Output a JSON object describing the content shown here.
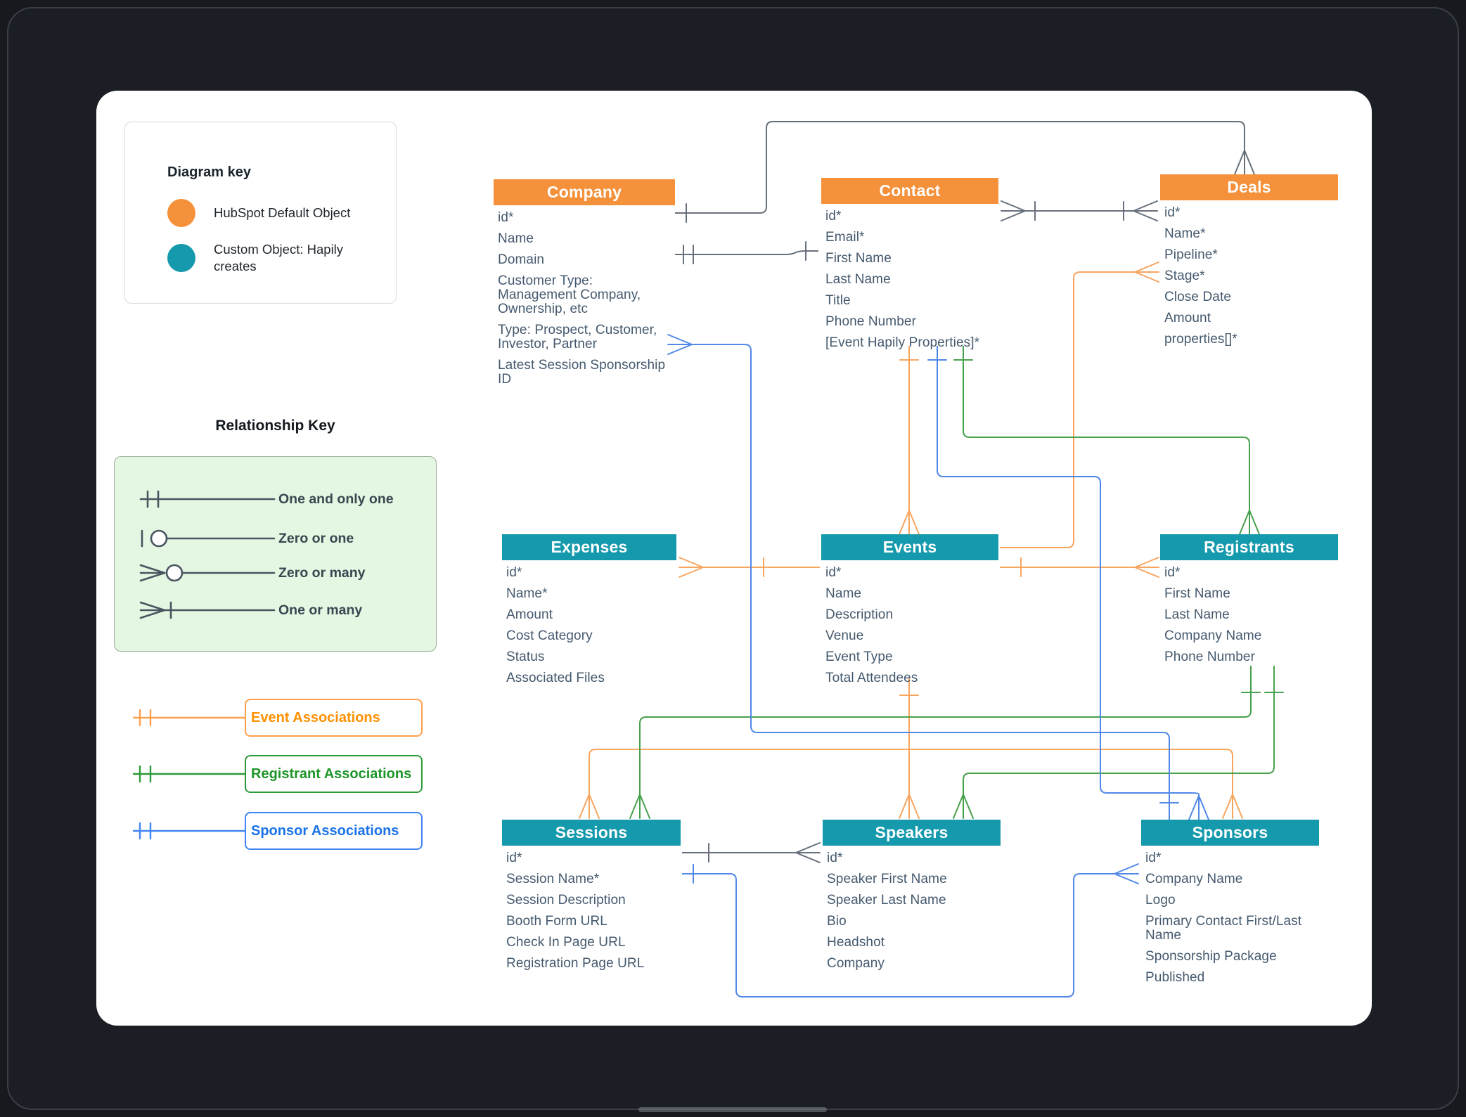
{
  "diagram_key": {
    "title": "Diagram key",
    "items": [
      {
        "icon": "hubspot-object-color-icon",
        "color": "#F5913B",
        "label": "HubSpot Default Object"
      },
      {
        "icon": "custom-object-color-icon",
        "color": "#1599AC",
        "label": "Custom Object: Hapily creates"
      }
    ]
  },
  "relationship_key": {
    "title": "Relationship Key",
    "items": [
      {
        "symbol": "one-and-only-one",
        "label": "One and only one"
      },
      {
        "symbol": "zero-or-one",
        "label": "Zero or one"
      },
      {
        "symbol": "zero-or-many",
        "label": "Zero or many"
      },
      {
        "symbol": "one-or-many",
        "label": "One or many"
      }
    ]
  },
  "association_key": [
    {
      "id": "event",
      "label": "Event Associations",
      "border": "#FFA04D",
      "text": "#FF9100"
    },
    {
      "id": "registrant",
      "label": "Registrant Associations",
      "border": "#2E9B38",
      "text": "#1E9629"
    },
    {
      "id": "sponsor",
      "label": "Sponsor Associations",
      "border": "#4285F4",
      "text": "#1A73E8"
    }
  ],
  "entities": [
    {
      "id": "company",
      "name": "Company",
      "type": "hubspot",
      "fields": [
        "id*",
        "Name",
        "Domain",
        "Customer Type: Management Company, Ownership, etc",
        "Type: Prospect, Customer, Investor, Partner",
        "Latest Session Sponsorship ID"
      ]
    },
    {
      "id": "contact",
      "name": "Contact",
      "type": "hubspot",
      "fields": [
        "id*",
        "Email*",
        "First Name",
        "Last Name",
        "Title",
        "Phone Number",
        "[Event Hapily Properties]*"
      ]
    },
    {
      "id": "deals",
      "name": "Deals",
      "type": "hubspot",
      "fields": [
        "id*",
        "Name*",
        "Pipeline*",
        "Stage*",
        "Close Date",
        "Amount",
        "properties[]*"
      ]
    },
    {
      "id": "expenses",
      "name": "Expenses",
      "type": "custom",
      "fields": [
        "id*",
        "Name*",
        "Amount",
        "Cost Category",
        "Status",
        "Associated Files"
      ]
    },
    {
      "id": "events",
      "name": "Events",
      "type": "custom",
      "fields": [
        "id*",
        "Name",
        "Description",
        "Venue",
        "Event Type",
        "Total Attendees"
      ]
    },
    {
      "id": "registrants",
      "name": "Registrants",
      "type": "custom",
      "fields": [
        "id*",
        "First Name",
        "Last Name",
        "Company Name",
        "Phone Number"
      ]
    },
    {
      "id": "sessions",
      "name": "Sessions",
      "type": "custom",
      "fields": [
        "id*",
        "Session Name*",
        "Session Description",
        "Booth Form URL",
        "Check In Page URL",
        "Registration Page URL"
      ]
    },
    {
      "id": "speakers",
      "name": "Speakers",
      "type": "custom",
      "fields": [
        "id*",
        "Speaker First Name",
        "Speaker Last Name",
        "Bio",
        "Headshot",
        "Company"
      ]
    },
    {
      "id": "sponsors",
      "name": "Sponsors",
      "type": "custom",
      "fields": [
        "id*",
        "Company Name",
        "Logo",
        "Primary Contact First/Last Name",
        "Sponsorship Package",
        "Published"
      ]
    }
  ],
  "relationships": [
    {
      "id": "company-deals",
      "from": "Company.id",
      "to": "Deals",
      "color": "gray",
      "from_end": "one",
      "to_end": "many"
    },
    {
      "id": "company-contact",
      "from": "Company.Domain",
      "to": "Contact.First Name",
      "color": "gray",
      "from_end": "one-and-only-one",
      "to_end": "one"
    },
    {
      "id": "contact-deals",
      "from": "Contact.id",
      "to": "Deals.id",
      "color": "gray",
      "from_end": "one-or-many",
      "to_end": "one-or-many"
    },
    {
      "id": "sessions-speakers",
      "from": "Sessions.id",
      "to": "Speakers.id",
      "color": "gray",
      "from_end": "one",
      "to_end": "many"
    },
    {
      "id": "contact-events",
      "from": "Contact",
      "to": "Events",
      "color": "event",
      "from_end": "one",
      "to_end": "many"
    },
    {
      "id": "expenses-events",
      "from": "Expenses.id",
      "to": "Events.id",
      "color": "event",
      "from_end": "many",
      "to_end": "one"
    },
    {
      "id": "events-registrants",
      "from": "Events.id",
      "to": "Registrants.id",
      "color": "event",
      "from_end": "one",
      "to_end": "many"
    },
    {
      "id": "events-deals",
      "from": "Events",
      "to": "Deals.Stage",
      "color": "event",
      "from_end": "one",
      "to_end": "many"
    },
    {
      "id": "events-fanout",
      "from": "Events",
      "to": "Sessions, Speakers, Sponsors",
      "color": "event",
      "from_end": "one",
      "to_end": "many"
    },
    {
      "id": "contact-registrants",
      "from": "Contact",
      "to": "Registrants",
      "color": "registrant",
      "from_end": "one",
      "to_end": "many"
    },
    {
      "id": "registrants-sessions",
      "from": "Registrants",
      "to": "Sessions",
      "color": "registrant",
      "from_end": "one",
      "to_end": "many"
    },
    {
      "id": "registrants-speakers",
      "from": "Registrants",
      "to": "Speakers",
      "color": "registrant",
      "from_end": "one",
      "to_end": "many"
    },
    {
      "id": "company-sponsors",
      "from": "Company.Latest Session Sponsorship ID",
      "to": "Sponsors",
      "color": "sponsor",
      "from_end": "many",
      "to_end": "one"
    },
    {
      "id": "contact-sponsors",
      "from": "Contact",
      "to": "Sponsors",
      "color": "sponsor",
      "from_end": "one",
      "to_end": "many"
    },
    {
      "id": "sessions-sponsors",
      "from": "Sessions.Session Name",
      "to": "Sponsors.Company Name",
      "color": "sponsor",
      "from_end": "one",
      "to_end": "many"
    }
  ],
  "colors": {
    "frame_background": "#1B1E24",
    "canvas": "#FFFFFF",
    "hubspot_object": "#F5913B",
    "custom_object": "#1599AC",
    "field_text": "#44596E",
    "header_text": "#FFFFFF",
    "relationship_key_fill": "#E4F7E3",
    "key_symbol_stroke": "#4A5560",
    "lines": {
      "gray": "#66707B",
      "event": "#F8A55F",
      "registrant": "#47A14B",
      "sponsor": "#5188E8"
    }
  }
}
